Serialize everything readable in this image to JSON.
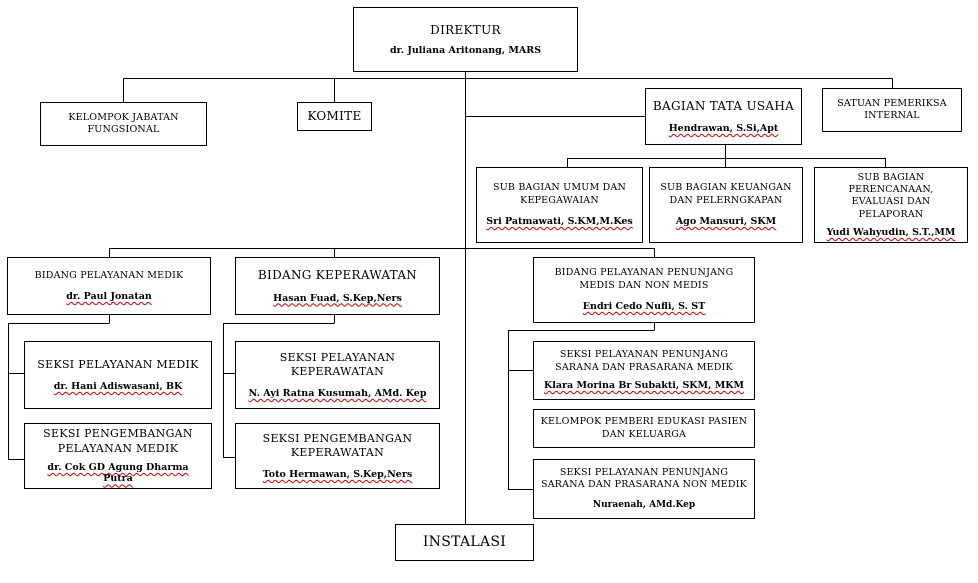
{
  "direktur": {
    "title": "DIREKTUR",
    "name": "dr. Juliana Aritonang, MARS"
  },
  "kelompok_jabatan_fungsional": {
    "title": "KELOMPOK JABATAN FUNGSIONAL"
  },
  "komite": {
    "title": "KOMITE"
  },
  "bagian_tata_usaha": {
    "title": "BAGIAN TATA USAHA",
    "name": "Hendrawan, S.Si,Apt"
  },
  "satuan_pemeriksa_internal": {
    "title": "SATUAN PEMERIKSA INTERNAL"
  },
  "sub_bagian_umum": {
    "title": "SUB BAGIAN UMUM DAN KEPEGAWAIAN",
    "name": "Sri Patmawati, S.KM,M.Kes"
  },
  "sub_bagian_keuangan": {
    "title": "SUB BAGIAN KEUANGAN DAN PELERNGKAPAN",
    "name": "Ago Mansuri, SKM"
  },
  "sub_bagian_perencanaan": {
    "title": "SUB BAGIAN PERENCANAAN, EVALUASI DAN PELAPORAN",
    "name": "Yudi Wahyudin, S.T.,MM"
  },
  "bidang_pelayanan_medik": {
    "title": "BIDANG PELAYANAN MEDIK",
    "name": "dr. Paul Jonatan"
  },
  "seksi_pelayanan_medik": {
    "title": "SEKSI  PELAYANAN MEDIK",
    "name": "dr. Hani Adiswasani, BK"
  },
  "seksi_pengembangan_pelayanan_medik": {
    "title": "SEKSI PENGEMBANGAN PELAYANAN MEDIK",
    "name": "dr. Cok GD Agung Dharma Putra"
  },
  "bidang_keperawatan": {
    "title": "BIDANG KEPERAWATAN",
    "name": "Hasan Fuad, S.Kep,Ners"
  },
  "seksi_pelayanan_keperawatan": {
    "title": "SEKSI PELAYANAN KEPERAWATAN",
    "name": "N. Ayi Ratna Kusumah, AMd. Kep"
  },
  "seksi_pengembangan_keperawatan": {
    "title": "SEKSI PENGEMBANGAN KEPERAWATAN",
    "name": "Toto Hermawan, S.Kep,Ners"
  },
  "bidang_penunjang": {
    "title": "BIDANG PELAYANAN PENUNJANG MEDIS DAN NON MEDIS",
    "name": "Endri Cedo Nufli, S. ST"
  },
  "seksi_penunjang_medik": {
    "title": "SEKSI PELAYANAN PENUNJANG SARANA DAN PRASARANA MEDIK",
    "name": "Klara Morina Br Subakti, SKM, MKM"
  },
  "kelompok_edukasi": {
    "title": "KELOMPOK PEMBERI EDUKASI PASIEN DAN KELUARGA"
  },
  "seksi_penunjang_non_medik": {
    "title": "SEKSI PELAYANAN PENUNJANG SARANA DAN PRASARANA NON MEDIK",
    "name": "Nuraenah, AMd.Kep"
  },
  "instalasi": {
    "title": "INSTALASI"
  }
}
